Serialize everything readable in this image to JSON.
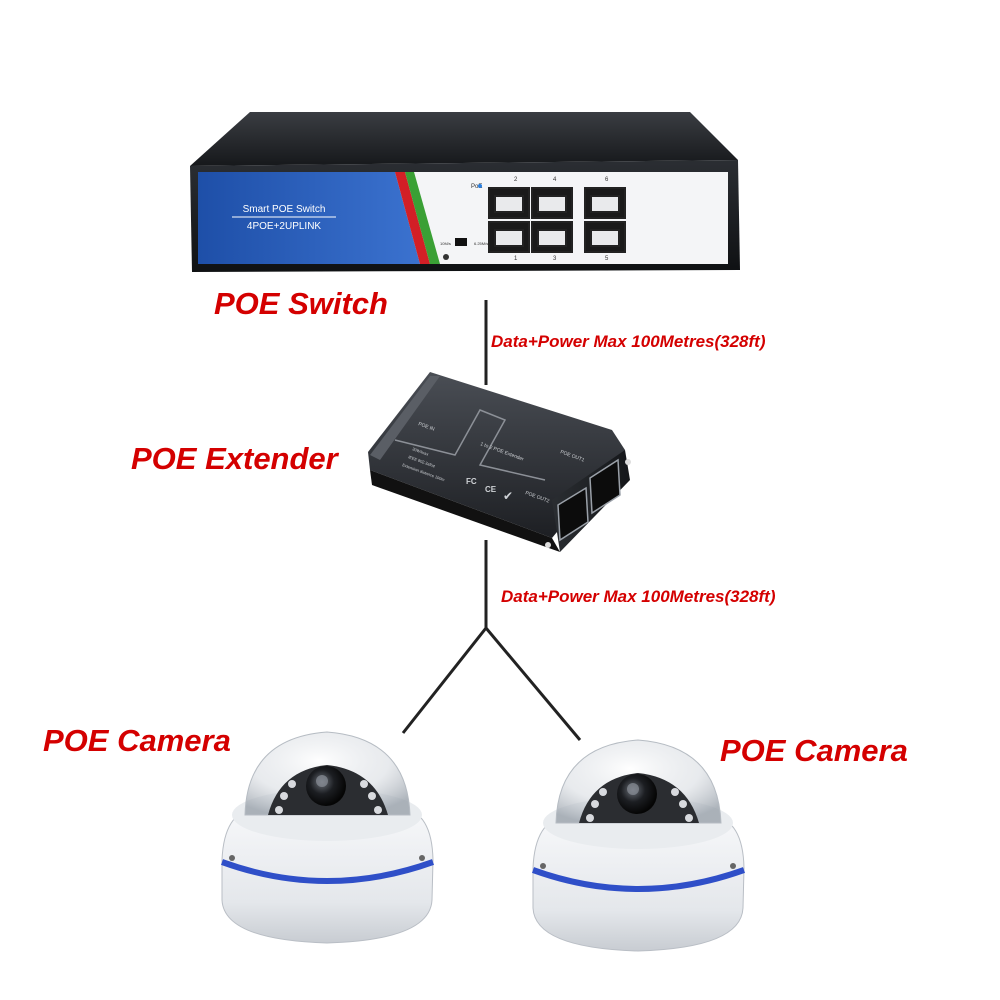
{
  "labels": {
    "switch": "POE Switch",
    "extender": "POE Extender",
    "camera_left": "POE Camera",
    "camera_right": "POE Camera",
    "link_top": "Data+Power Max 100Metres(328ft)",
    "link_bottom": "Data+Power Max 100Metres(328ft)"
  },
  "switch_device": {
    "brand_line1": "Smart POE Switch",
    "brand_line2": "4POE+2UPLINK",
    "poe_indicator": "PoE",
    "port_top_numbers": [
      "2",
      "4",
      "6"
    ],
    "port_bottom_numbers": [
      "1",
      "3",
      "5"
    ],
    "speed_left": "10M/s",
    "speed_right": "6.25M/s"
  },
  "extender_device": {
    "port_in": "POE IN",
    "port_out1": "POE OUT1",
    "port_out2": "POE OUT2",
    "model": "1 to 2 POE Extender",
    "spec_line1": "30W/max",
    "spec_line2": "IEEE 802.3af/at",
    "spec_line3": "Extension distance 100m",
    "mark_fc": "FC",
    "mark_ce": "CE"
  },
  "colors": {
    "label_red": "#d40000",
    "wire": "#222222",
    "switch_blue": "#2a5fb5",
    "camera_ring_blue": "#2f4fc8"
  }
}
